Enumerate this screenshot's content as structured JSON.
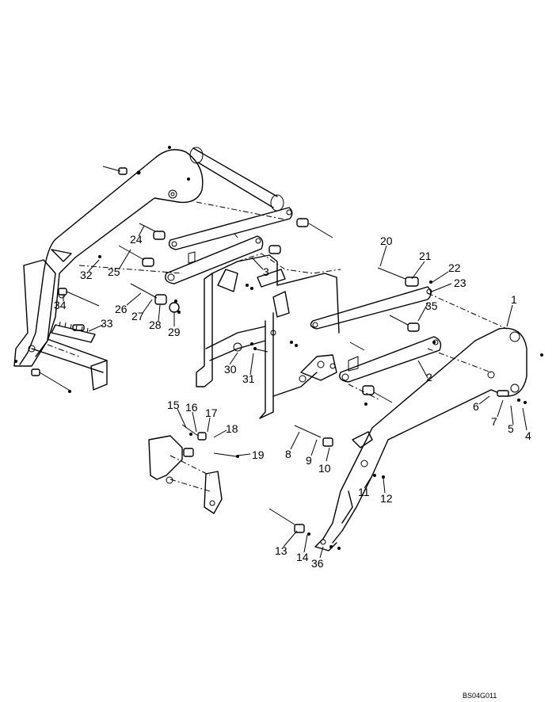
{
  "figure_code": "BS04G011",
  "callouts": [
    "1",
    "2",
    "3",
    "4",
    "5",
    "6",
    "7",
    "8",
    "9",
    "10",
    "11",
    "12",
    "13",
    "14",
    "15",
    "16",
    "17",
    "18",
    "19",
    "20",
    "21",
    "22",
    "23",
    "24",
    "25",
    "26",
    "27",
    "28",
    "29",
    "30",
    "31",
    "32",
    "33",
    "34",
    "35",
    "36"
  ]
}
